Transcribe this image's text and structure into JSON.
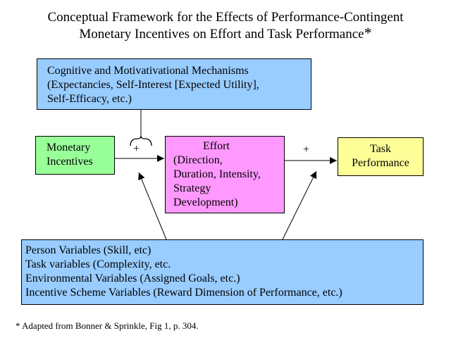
{
  "title": {
    "line1": "Conceptual Framework for the Effects of Performance-Contingent",
    "line2": "Monetary Incentives on Effort and Task Performance",
    "marker": "*"
  },
  "boxes": {
    "mechanisms": {
      "fill": "#99ccff",
      "lines": [
        "Cognitive and Motivativational Mechanisms",
        "(Expectancies, Self-Interest [Expected Utility],",
        "Self-Efficacy, etc.)"
      ]
    },
    "incentives": {
      "fill": "#99ff99",
      "lines": [
        "Monetary",
        "Incentives"
      ]
    },
    "effort": {
      "fill": "#ff99ff",
      "heading": "Effort",
      "lines": [
        "(Direction,",
        "Duration, Intensity,",
        "Strategy",
        "Development)"
      ]
    },
    "performance": {
      "fill": "#ffff99",
      "lines": [
        "Task",
        "Performance"
      ]
    },
    "person": {
      "fill": "#99ccff",
      "lines": [
        "Person Variables (Skill, etc)",
        "Task variables (Complexity, etc.",
        "Environmental Variables (Assigned Goals, etc.)",
        "Incentive Scheme Variables (Reward Dimension of Performance, etc.)"
      ]
    }
  },
  "signs": {
    "incentives_to_effort": "+",
    "effort_to_performance": "+"
  },
  "footnote": "* Adapted from Bonner & Sprinkle, Fig 1, p. 304."
}
